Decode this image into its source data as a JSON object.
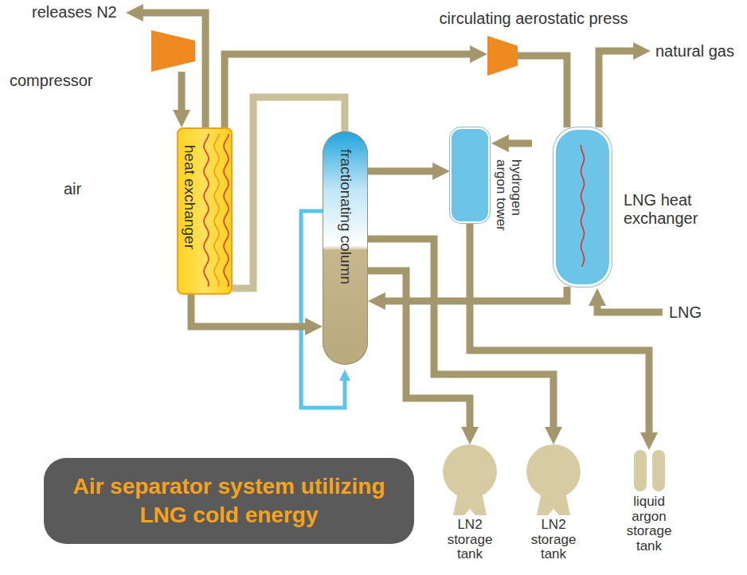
{
  "diagram": {
    "nodes": [
      {
        "text": [
          "compressor"
        ]
      },
      {
        "text": [
          "circulating aerostatic press"
        ]
      },
      {
        "text": [
          "heat exchanger"
        ]
      },
      {
        "text": [
          "fractionating column"
        ]
      },
      {
        "text": [
          "hydrogen argon tower"
        ]
      },
      {
        "text": [
          "LNG heat exchanger"
        ]
      },
      {
        "text": [
          "Air separator system utilizing LNG cold energy"
        ]
      },
      {
        "text": [
          "LN2 storage tank"
        ]
      },
      {
        "text": [
          "LN2 storage tank"
        ]
      },
      {
        "text": [
          "liquid argon storage tank"
        ]
      }
    ],
    "edges": [
      {
        "from": 0,
        "to": 2,
        "arrow": "to"
      },
      {
        "from": 2,
        "to": 1,
        "arrow": "to"
      },
      {
        "from": 1,
        "to": 5,
        "arrow": "none"
      },
      {
        "from": 3,
        "to": 2,
        "arrow": "none"
      },
      {
        "from": 2,
        "to": 3,
        "arrow": "to"
      },
      {
        "from": 3,
        "to": 4,
        "arrow": "to"
      },
      {
        "from": 5,
        "to": 3,
        "arrow": "to"
      },
      {
        "from": 3,
        "to": 7,
        "arrow": "to"
      },
      {
        "from": 3,
        "to": 8,
        "arrow": "to"
      },
      {
        "from": 4,
        "to": 9,
        "arrow": "to"
      }
    ],
    "labels": [
      "releases N2",
      "air",
      "natural gas",
      "LNG"
    ]
  }
}
